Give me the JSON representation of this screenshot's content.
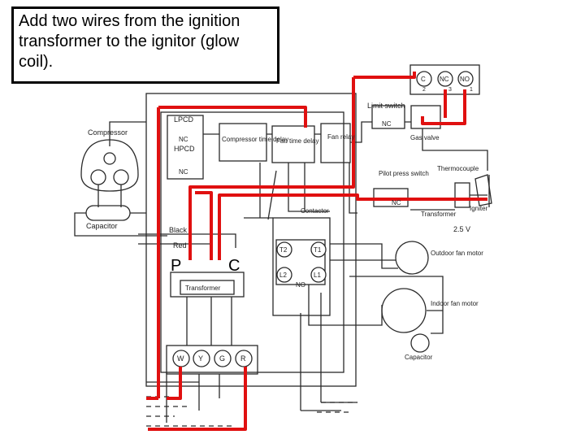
{
  "instruction": "Add two wires from the ignition transformer to the ignitor (glow coil).",
  "labels": {
    "compressor": "Compressor",
    "capacitor_left": "Capacitor",
    "lpcd": "LPCD",
    "hpcd": "HPCD",
    "nc": "NC",
    "comp_delay": "Compressor time delay",
    "fan_time_delay": "Fan time delay",
    "fan_relay": "Fan relay",
    "limit_switch": "Limit switch",
    "gas_valve": "Gas valve",
    "thermocouple": "Thermocouple",
    "pilot_press_switch": "Pilot press switch",
    "transformer_right": "Transformer",
    "igniter": "Igniter",
    "voltage": "2.5 V",
    "contactor": "Contactor",
    "black": "Black",
    "red": "Red",
    "p_mark": "P",
    "c_mark": "C",
    "transformer_main": "Transformer",
    "outdoor_fan_motor": "Outdoor fan motor",
    "indoor_fan_motor": "Indoor fan motor",
    "capacitor_indoor": "Capacitor",
    "relay_c": "C",
    "relay_nc": "NC",
    "relay_no": "NO",
    "relay_2": "2",
    "relay_3": "3",
    "relay_1": "1",
    "t2": "T2",
    "t1": "T1",
    "l2": "L2",
    "l1": "L1",
    "no": "NO",
    "term_w": "W",
    "term_y": "Y",
    "term_g": "G",
    "term_r": "R"
  },
  "colors": {
    "wire_added": "#e01010",
    "wire_original": "#2a2a2a"
  }
}
